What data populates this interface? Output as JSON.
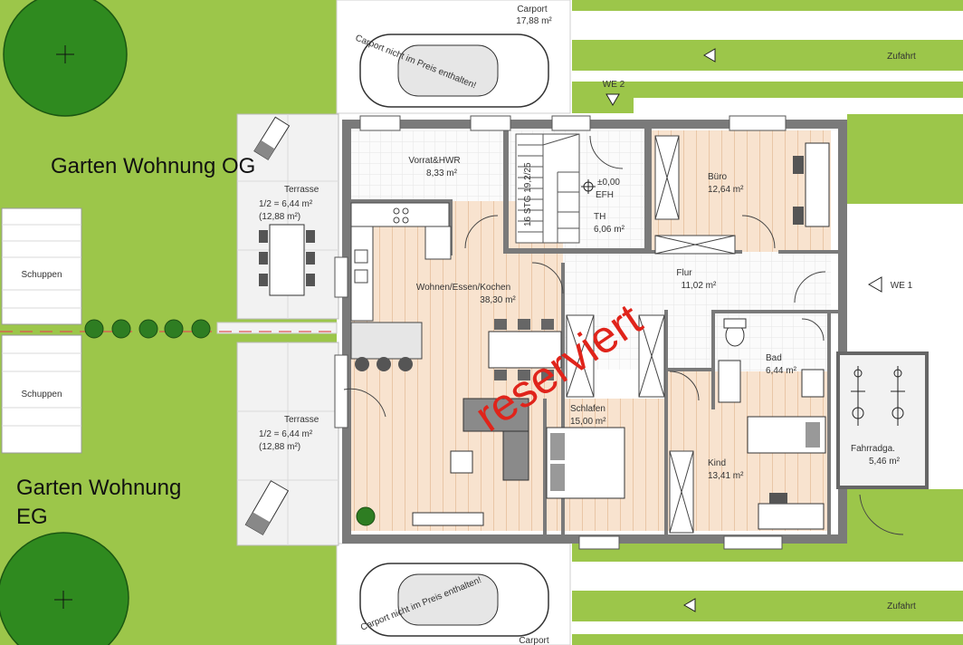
{
  "colors": {
    "lawn": "#9cc64a",
    "lawn_dark": "#8ab83c",
    "floor_wood": "#f8e3cf",
    "wall": "#7a7a7a",
    "terrace": "#f2f2f2",
    "tree": "#2f8a1f",
    "reserved_stamp": "#e0241b"
  },
  "labels": {
    "garden_og": "Garten Wohnung OG",
    "garden_eg_line1": "Garten Wohnung",
    "garden_eg_line2": "EG",
    "shed_top": "Schuppen",
    "shed_bottom": "Schuppen",
    "carport_top_name": "Carport",
    "carport_top_area": "17,88 m²",
    "carport_bottom_name": "Carport",
    "carport_note_top": "Carport nicht im Preis enthalten!",
    "carport_note_bottom": "Carport nicht im Preis enthalten!",
    "zufahrt_top": "Zufahrt",
    "zufahrt_bottom": "Zufahrt",
    "we2": "WE 2",
    "we1": "WE 1",
    "reserved": "reserviert",
    "stairs": "16 STG 19,2/25",
    "level": "±0,00",
    "efh": "EFH"
  },
  "rooms": {
    "vorrat": {
      "name": "Vorrat&HWR",
      "area": "8,33 m²"
    },
    "th": {
      "name": "TH",
      "area": "6,06 m²"
    },
    "buero": {
      "name": "Büro",
      "area": "12,64 m²"
    },
    "wohnen": {
      "name": "Wohnen/Essen/Kochen",
      "area": "38,30 m²"
    },
    "flur": {
      "name": "Flur",
      "area": "11,02 m²"
    },
    "bad": {
      "name": "Bad",
      "area": "6,44 m²"
    },
    "schlafen": {
      "name": "Schlafen",
      "area": "15,00 m²"
    },
    "kind": {
      "name": "Kind",
      "area": "13,41 m²"
    },
    "fahrrad": {
      "name": "Fahrradga.",
      "area": "5,46 m²"
    },
    "terrasse_top": {
      "name": "Terrasse",
      "half": "1/2 = 6,44 m²",
      "total": "(12,88 m²)"
    },
    "terrasse_bottom": {
      "name": "Terrasse",
      "half": "1/2 = 6,44 m²",
      "total": "(12,88 m²)"
    }
  }
}
